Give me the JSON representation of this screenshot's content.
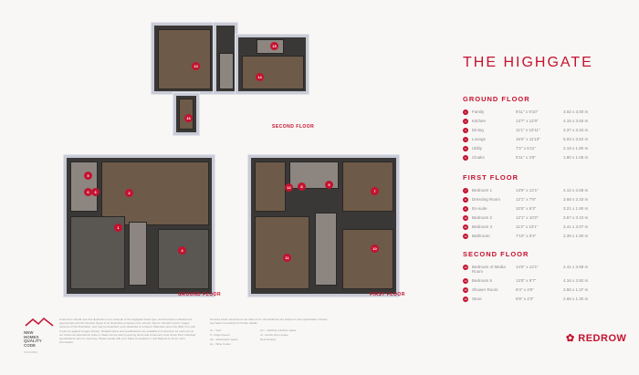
{
  "title": "THE HIGHGATE",
  "plan_labels": {
    "second": "SECOND FLOOR",
    "ground": "GROUND FLOOR",
    "first": "FIRST FLOOR"
  },
  "floors": [
    {
      "heading": "GROUND FLOOR",
      "rooms": [
        {
          "num": "1",
          "name": "Family",
          "imperial": "9'11\" x 9'10\"",
          "metric": "3.02 x 3.00 m"
        },
        {
          "num": "2",
          "name": "Kitchen",
          "imperial": "13'7\" x 12'0\"",
          "metric": "4.15 x 3.65 m"
        },
        {
          "num": "3",
          "name": "Dining",
          "imperial": "11'1\" x 10'11\"",
          "metric": "3.37 x 3.34 m"
        },
        {
          "num": "4",
          "name": "Lounge",
          "imperial": "16'6\" x 11'10\"",
          "metric": "5.03 x 3.62 m"
        },
        {
          "num": "5",
          "name": "Utility",
          "imperial": "7'2\" x 5'11\"",
          "metric": "2.19 x 1.80 m"
        },
        {
          "num": "6",
          "name": "Cloaks",
          "imperial": "5'11\" x 3'6\"",
          "metric": "1.80 x 1.06 m"
        }
      ]
    },
    {
      "heading": "FIRST FLOOR",
      "rooms": [
        {
          "num": "7",
          "name": "Bedroom 1",
          "imperial": "13'6\" x 12'1\"",
          "metric": "4.12 x 3.68 m"
        },
        {
          "num": "8",
          "name": "Dressing Room",
          "imperial": "12'1\" x 7'8\"",
          "metric": "3.68 x 2.33 m"
        },
        {
          "num": "9",
          "name": "En-suite",
          "imperial": "10'6\" x 6'3\"",
          "metric": "3.21 x 1.90 m"
        },
        {
          "num": "10",
          "name": "Bedroom 2",
          "imperial": "12'1\" x 10'2\"",
          "metric": "3.67 x 3.10 m"
        },
        {
          "num": "11",
          "name": "Bedroom 3",
          "imperial": "11'2\" x 10'1\"",
          "metric": "3.41 x 3.07 m"
        },
        {
          "num": "12",
          "name": "Bathroom",
          "imperial": "7'10\" x 6'3\"",
          "metric": "2.39 x 1.90 m"
        }
      ]
    },
    {
      "heading": "SECOND FLOOR",
      "rooms": [
        {
          "num": "13",
          "name": "Bedroom 4/ Media Room",
          "imperial": "14'5\" x 12'1\"",
          "metric": "4.41 x 3.68 m"
        },
        {
          "num": "14",
          "name": "Bedroom 5",
          "imperial": "13'8\" x 9'7\"",
          "metric": "4.16 x 2.92 m"
        },
        {
          "num": "15",
          "name": "Shower Room",
          "imperial": "8'4\" x 4'6\"",
          "metric": "2.55 x 1.37 m"
        },
        {
          "num": "16",
          "name": "Store",
          "imperial": "8'8\" x 4'3\"",
          "metric": "2.65 x 1.30 m"
        }
      ]
    }
  ],
  "footer": {
    "nhqc": [
      "NEW",
      "HOMES",
      "QUALITY",
      "CODE"
    ],
    "date": "01/01/2023",
    "disclaimer": "Customers should note this illustration is an example of the Highgate house type. All dimensions indicated are approximate and the furniture layout is for illustrative purposes only. Homes may be 'handed' (mirror image) versions of this illustration, and may be detached, semi detached or terraced. Materials used may differ from plot to plot (or against images shown). Detailed plans and specifications are available for inspection for each plot at our Customer Experience Suite or Sales Centre during opening hours and customers must check their individual specifications prior to reserving. Please speak with your Sales Consultant or visit Redrow.co.uk for more information.",
    "note": "Denotes where dimensions are taken from. All wardrobes are subject to site specification. Please see Sales Consultant for further details.",
    "legend": [
      "ov - oven",
      "wm - washing machine space",
      "ff - fridge freezer",
      "td - tumble dryer space",
      "dw - dishwasher space",
      "Roof window",
      "wc - Wine Cooler"
    ],
    "brand": "REDROW"
  }
}
